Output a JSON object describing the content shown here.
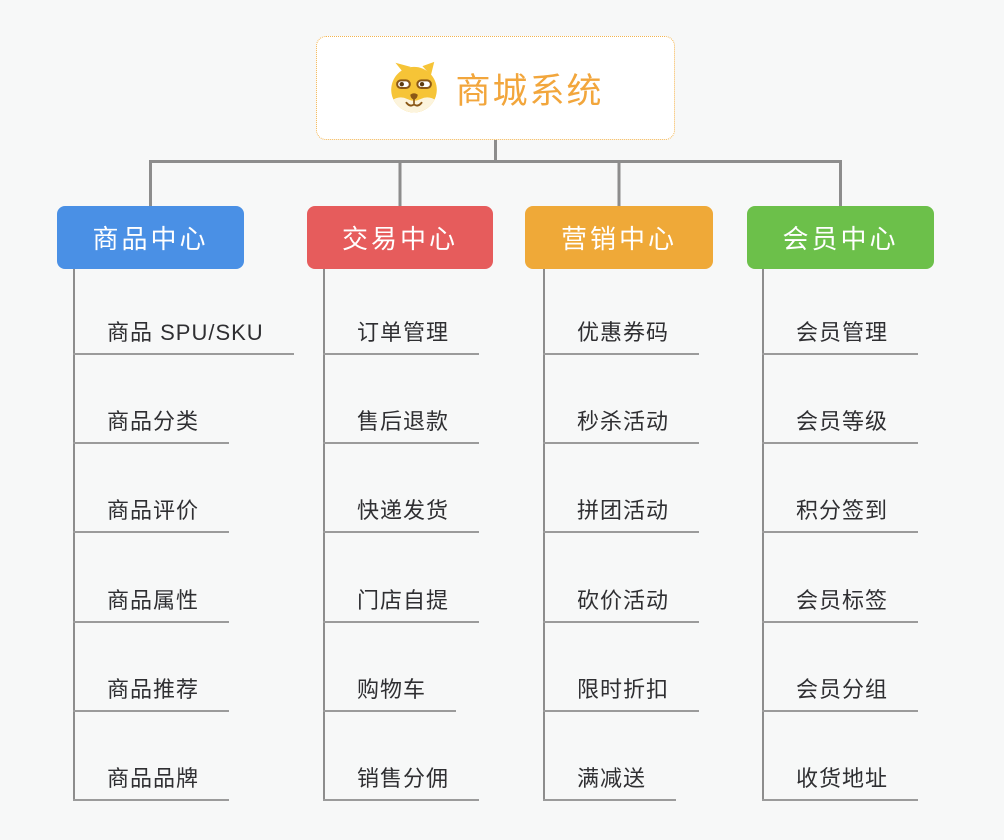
{
  "root": {
    "title": "商城系统",
    "icon": "doge-face-icon",
    "accent_color": "#f2a63c",
    "border_color": "#f4b44e"
  },
  "branches": [
    {
      "label": "商品中心",
      "color": "#4a90e5",
      "items": [
        "商品 SPU/SKU",
        "商品分类",
        "商品评价",
        "商品属性",
        "商品推荐",
        "商品品牌"
      ]
    },
    {
      "label": "交易中心",
      "color": "#e65c5c",
      "items": [
        "订单管理",
        "售后退款",
        "快递发货",
        "门店自提",
        "购物车",
        "销售分佣"
      ]
    },
    {
      "label": "营销中心",
      "color": "#efa938",
      "items": [
        "优惠券码",
        "秒杀活动",
        "拼团活动",
        "砍价活动",
        "限时折扣",
        "满减送"
      ]
    },
    {
      "label": "会员中心",
      "color": "#6cc04a",
      "items": [
        "会员管理",
        "会员等级",
        "积分签到",
        "会员标签",
        "会员分组",
        "收货地址"
      ]
    }
  ],
  "connectors": {
    "line_color": "#8d8d8d",
    "underline_color": "#9b9b9b"
  }
}
